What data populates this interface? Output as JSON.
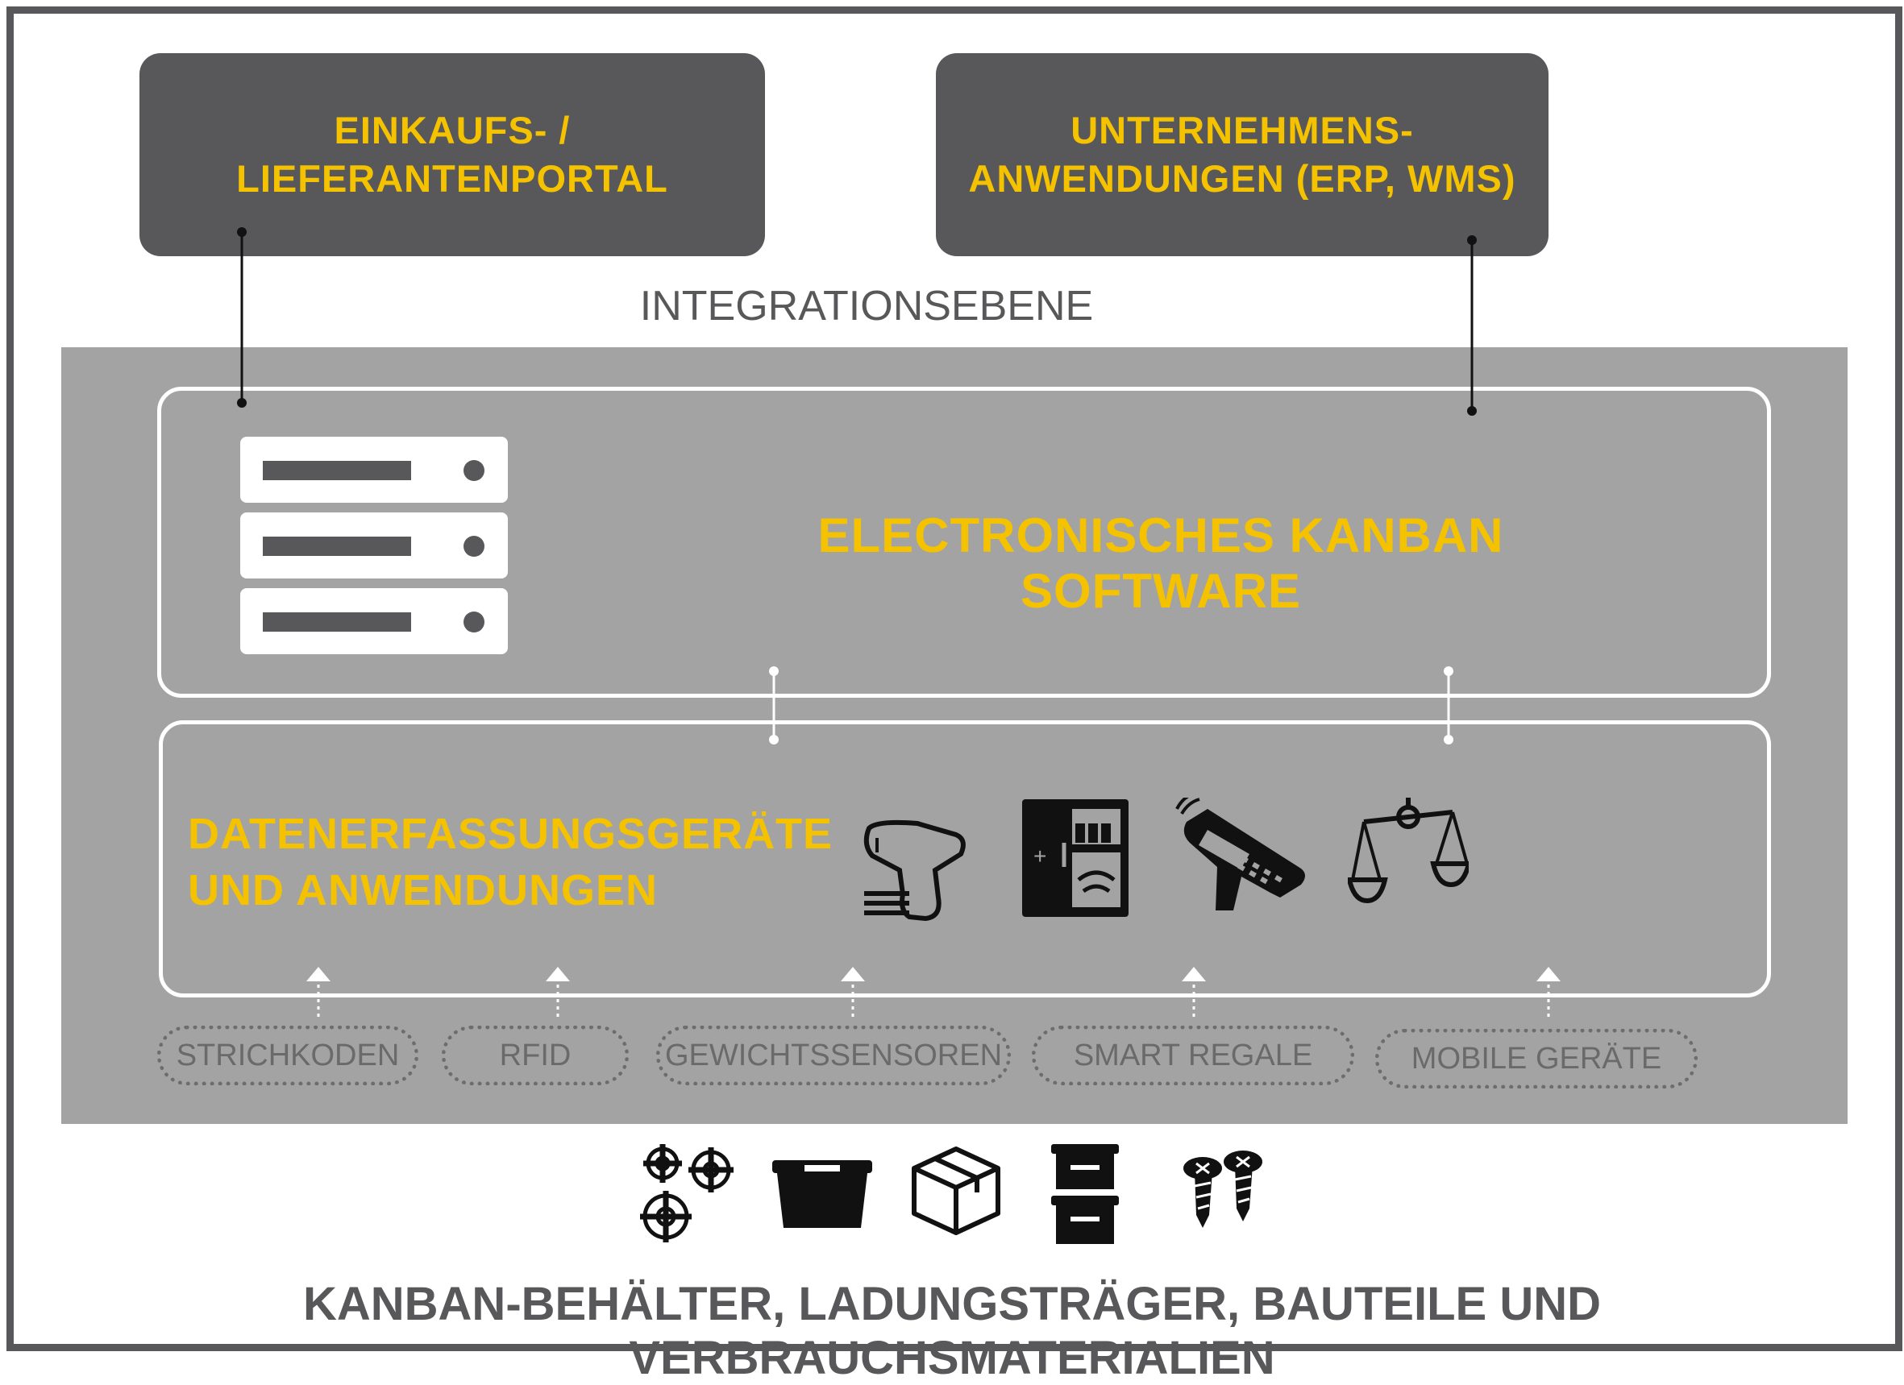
{
  "top_boxes": {
    "purchasing": "EINKAUFS- /\nLIEFERANTENPORTAL",
    "enterprise": "UNTERNEHMENS-\nANWENDUNGEN (ERP, WMS)"
  },
  "integration_label": "INTEGRATIONSEBENE",
  "software_title": "ELECTRONISCHES KANBAN SOFTWARE",
  "data_capture_title": "DATENERFASSUNGSGERÄTE\nUND ANWENDUNGEN",
  "sources": [
    "STRICHKODEN",
    "RFID",
    "GEWICHTSSENSOREN",
    "SMART REGALE",
    "MOBILE GERÄTE"
  ],
  "device_icons": [
    "barcode-scanner-icon",
    "smart-shelf-icon",
    "handheld-terminal-icon",
    "scale-icon"
  ],
  "material_icons": [
    "gears-icon",
    "bin-icon",
    "box-icon",
    "stacked-bins-icon",
    "screws-icon"
  ],
  "bottom_caption": "KANBAN-BEHÄLTER, LADUNGSTRÄGER, BAUTEILE UND VERBRAUCHSMATERIALIEN",
  "colors": {
    "dark_gray": "#58585a",
    "accent_yellow": "#f5c200",
    "band_gray": "#a3a3a3"
  }
}
